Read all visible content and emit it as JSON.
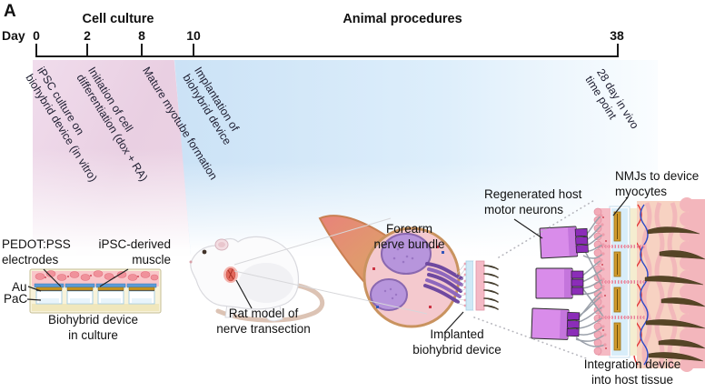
{
  "panel": {
    "label": "A"
  },
  "timeline": {
    "day_prefix": "Day",
    "phases": [
      {
        "label": "Cell culture"
      },
      {
        "label": "Animal procedures"
      }
    ],
    "days": [
      {
        "label": "0"
      },
      {
        "label": "2"
      },
      {
        "label": "8"
      },
      {
        "label": "10"
      },
      {
        "label": "38"
      }
    ],
    "events": [
      {
        "day": "0",
        "label": "iPSC culture on\nbiohybrid device (in vitro)"
      },
      {
        "day": "2",
        "label": "Initiation of cell\ndifferentiation (dox + RA)"
      },
      {
        "day": "8",
        "label": "Mature myotube formation"
      },
      {
        "day": "10",
        "label": "Implantation of\nbiohybrid device"
      },
      {
        "day": "38",
        "label": "28 day in vivo\ntime point"
      }
    ]
  },
  "culture_device": {
    "label_electrodes": "PEDOT:PSS\nelectrodes",
    "label_muscle": "iPSC-derived\nmuscle",
    "label_au": "Au",
    "label_pac": "PaC",
    "caption": "Biohybrid device\nin culture"
  },
  "rat": {
    "caption": "Rat model of\nnerve transection"
  },
  "nerve": {
    "title": "Forearm\nnerve bundle",
    "implant_caption": "Implanted\nbiohybrid device"
  },
  "integration": {
    "label_neurons": "Regenerated host\nmotor neurons",
    "label_nmjs": "NMJs to device\nmyocytes",
    "caption": "Integration device\ninto host tissue"
  },
  "colors": {
    "cell_culture_phase": "#e9cfe2",
    "animal_phase": "#cbe2f6",
    "electrode_blue": "#5b9bd5",
    "gold_au": "#cb9620",
    "muscle_pink": "#f9c6c9",
    "nerve_outer": "#dd9460",
    "nerve_inner": "#f4c9ce",
    "fascicle_purple": "#b795dc",
    "neuron_purple": "#d98cea",
    "axon_gray": "#9aa0aa",
    "tissue_peach": "#f7d2c2"
  }
}
